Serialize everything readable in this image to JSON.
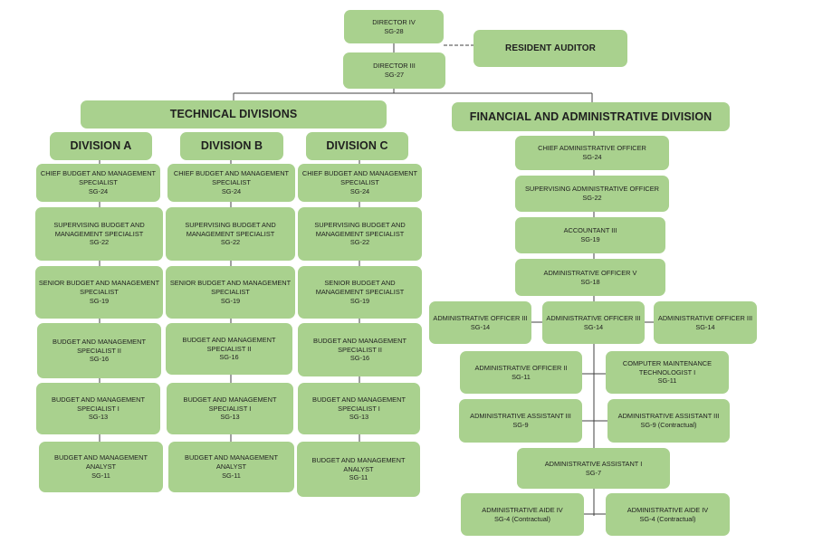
{
  "director_iv": {
    "title": "DIRECTOR IV",
    "grade": "SG-28"
  },
  "resident_auditor": {
    "title": "RESIDENT AUDITOR"
  },
  "director_iii": {
    "title": "DIRECTOR III",
    "grade": "SG-27"
  },
  "technical_divisions": {
    "title": "TECHNICAL DIVISIONS"
  },
  "fad": {
    "title": "FINANCIAL AND ADMINISTRATIVE DIVISION"
  },
  "divisions": [
    {
      "name": "DIVISION A",
      "positions": [
        {
          "title": "CHIEF BUDGET AND MANAGEMENT SPECIALIST",
          "grade": "SG-24"
        },
        {
          "title": "SUPERVISING BUDGET AND MANAGEMENT SPECIALIST",
          "grade": "SG-22"
        },
        {
          "title": "SENIOR BUDGET AND MANAGEMENT SPECIALIST",
          "grade": "SG-19"
        },
        {
          "title": "BUDGET AND MANAGEMENT SPECIALIST II",
          "grade": "SG-16"
        },
        {
          "title": "BUDGET AND MANAGEMENT SPECIALIST I",
          "grade": "SG-13"
        },
        {
          "title": "BUDGET AND MANAGEMENT ANALYST",
          "grade": "SG-11"
        }
      ]
    },
    {
      "name": "DIVISION B",
      "positions": [
        {
          "title": "CHIEF BUDGET AND MANAGEMENT SPECIALIST",
          "grade": "SG-24"
        },
        {
          "title": "SUPERVISING BUDGET AND MANAGEMENT SPECIALIST",
          "grade": "SG-22"
        },
        {
          "title": "SENIOR BUDGET AND MANAGEMENT SPECIALIST",
          "grade": "SG-19"
        },
        {
          "title": "BUDGET AND MANAGEMENT SPECIALIST II",
          "grade": "SG-16"
        },
        {
          "title": "BUDGET AND MANAGEMENT SPECIALIST I",
          "grade": "SG-13"
        },
        {
          "title": "BUDGET AND MANAGEMENT ANALYST",
          "grade": "SG-11"
        }
      ]
    },
    {
      "name": "DIVISION C",
      "positions": [
        {
          "title": "CHIEF BUDGET AND MANAGEMENT SPECIALIST",
          "grade": "SG-24"
        },
        {
          "title": "SUPERVISING BUDGET AND MANAGEMENT SPECIALIST",
          "grade": "SG-22"
        },
        {
          "title": "SENIOR BUDGET AND MANAGEMENT SPECIALIST",
          "grade": "SG-19"
        },
        {
          "title": "BUDGET AND MANAGEMENT SPECIALIST II",
          "grade": "SG-16"
        },
        {
          "title": "BUDGET AND MANAGEMENT SPECIALIST I",
          "grade": "SG-13"
        },
        {
          "title": "BUDGET AND MANAGEMENT ANALYST",
          "grade": "SG-11"
        }
      ]
    }
  ],
  "fad_positions": {
    "chief_admin_officer": {
      "title": "CHIEF ADMINISTRATIVE OFFICER",
      "grade": "SG-24"
    },
    "supervising_admin_officer": {
      "title": "SUPERVISING ADMINISTRATIVE OFFICER",
      "grade": "SG-22"
    },
    "accountant_iii": {
      "title": "ACCOUNTANT III",
      "grade": "SG-19"
    },
    "admin_officer_v": {
      "title": "ADMINISTRATIVE OFFICER V",
      "grade": "SG-18"
    },
    "admin_officer_iii_left": {
      "title": "ADMINISTRATIVE OFFICER III",
      "grade": "SG-14"
    },
    "admin_officer_iii_center": {
      "title": "ADMINISTRATIVE OFFICER III",
      "grade": "SG-14"
    },
    "admin_officer_iii_right": {
      "title": "ADMINISTRATIVE OFFICER III",
      "grade": "SG-14"
    },
    "admin_officer_ii": {
      "title": "ADMINISTRATIVE OFFICER II",
      "grade": "SG-11"
    },
    "computer_maintenance_tech": {
      "title": "COMPUTER MAINTENANCE TECHNOLOGIST I",
      "grade": "SG-11"
    },
    "admin_assistant_iii_left": {
      "title": "ADMINISTRATIVE ASSISTANT III",
      "grade": "SG-9"
    },
    "admin_assistant_iii_right": {
      "title": "ADMINISTRATIVE ASSISTANT III",
      "grade": "SG-9 (Contractual)"
    },
    "admin_assistant_i": {
      "title": "ADMINISTRATIVE ASSISTANT I",
      "grade": "SG-7"
    },
    "admin_aide_iv_left": {
      "title": "ADMINISTRATIVE AIDE IV",
      "grade": "SG-4 (Contractual)"
    },
    "admin_aide_iv_right": {
      "title": "ADMINISTRATIVE AIDE IV",
      "grade": "SG-4 (Contractual)"
    }
  },
  "colors": {
    "box_fill": "#a9d18e",
    "connector": "#404040",
    "text": "#1f1f1f"
  }
}
